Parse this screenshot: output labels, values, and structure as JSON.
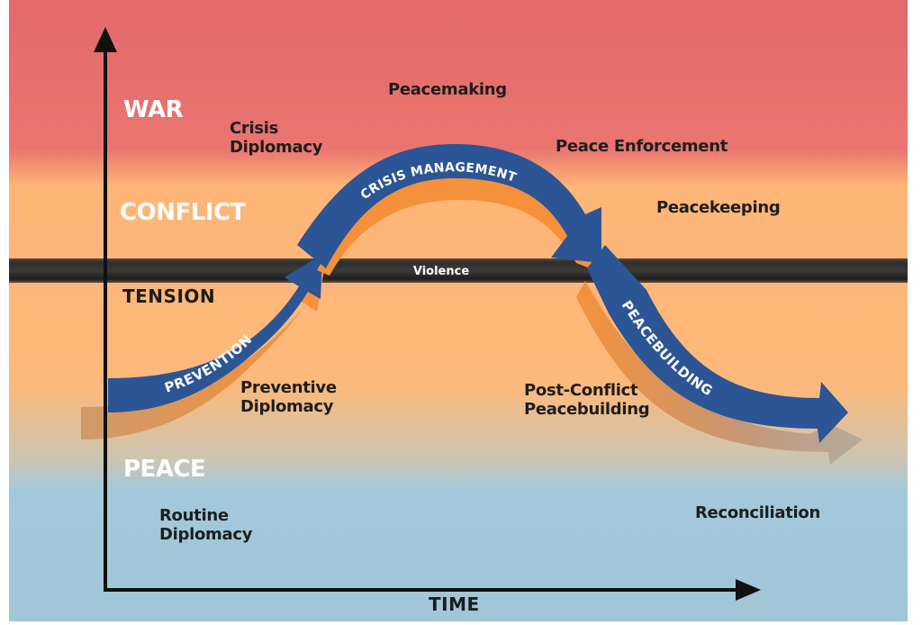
{
  "diagram": {
    "axes": {
      "x_label": "TIME"
    },
    "levels": {
      "war": "WAR",
      "conflict": "CONFLICT",
      "tension": "TENSION",
      "peace": "PEACE"
    },
    "violence_band_label": "Violence",
    "phases": {
      "prevention": "PREVENTION",
      "crisis_management": "CRISIS MANAGEMENT",
      "peacebuilding": "PEACEBUILDING"
    },
    "activities": {
      "crisis_diplomacy": [
        "Crisis",
        "Diplomacy"
      ],
      "peacemaking": "Peacemaking",
      "peace_enforcement": "Peace Enforcement",
      "peacekeeping": "Peacekeeping",
      "preventive_diplomacy": [
        "Preventive",
        "Diplomacy"
      ],
      "post_conflict_peacebuilding": [
        "Post-Conflict",
        "Peacebuilding"
      ],
      "routine_diplomacy": [
        "Routine",
        "Diplomacy"
      ],
      "reconciliation": "Reconciliation"
    },
    "colors": {
      "war": "#e46c68",
      "conflict": "#fdb878",
      "peace": "#a2c8da",
      "arrow_blue": "#2c5596",
      "arrow_shadow_orange": "#f5913a",
      "violence_band": "#2a2a28",
      "axis": "#111111"
    }
  }
}
